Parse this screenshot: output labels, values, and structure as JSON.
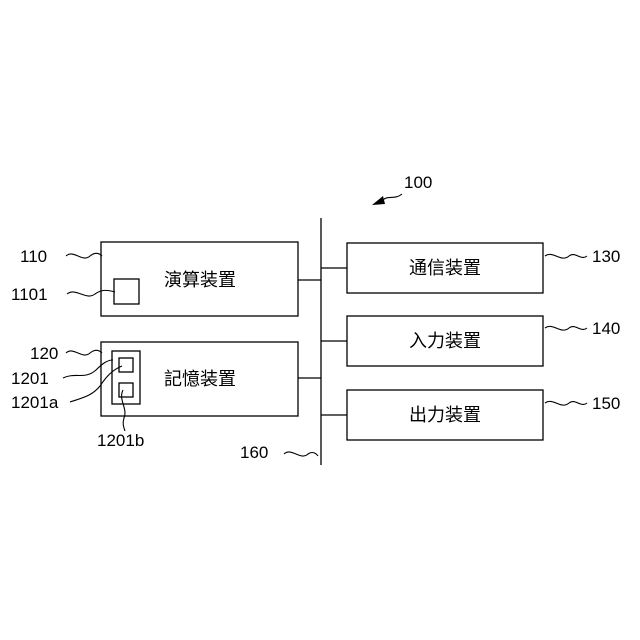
{
  "figure_ref": "100",
  "bus_ref": "160",
  "processor": {
    "label": "演算装置",
    "ref": "110",
    "sub_ref": "1101"
  },
  "memory": {
    "label": "記憶装置",
    "ref": "120",
    "sub_ref": "1201",
    "item_a_ref": "1201a",
    "item_b_ref": "1201b"
  },
  "communication": {
    "label": "通信装置",
    "ref": "130"
  },
  "input": {
    "label": "入力装置",
    "ref": "140"
  },
  "output": {
    "label": "出力装置",
    "ref": "150"
  }
}
